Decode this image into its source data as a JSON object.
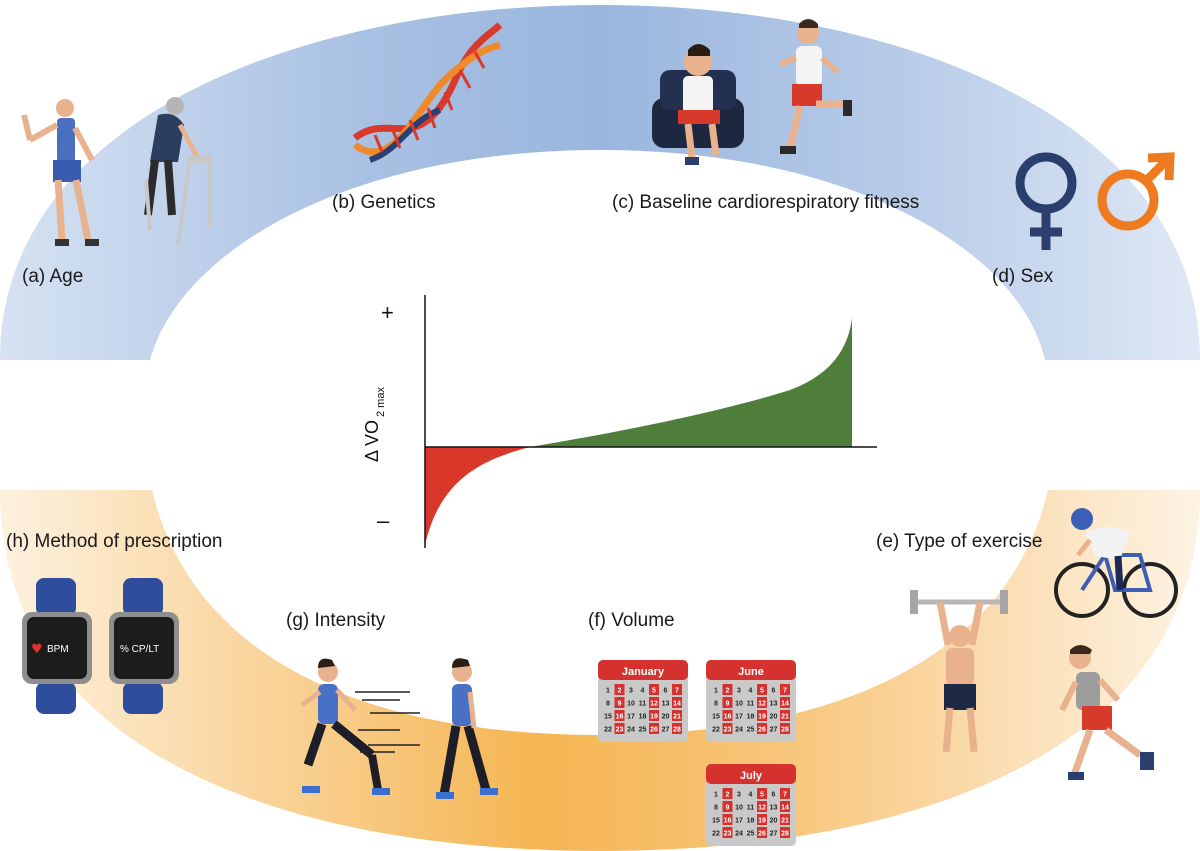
{
  "labels": {
    "age": "(a) Age",
    "genetics": "(b) Genetics",
    "baseline": "(c) Baseline cardiorespiratory fitness",
    "sex": "(d) Sex",
    "type": "(e) Type of exercise",
    "volume": "(f) Volume",
    "intensity": "(g) Intensity",
    "method": "(h) Method of prescription"
  },
  "chart": {
    "ylabel_main": "Δ VO",
    "ylabel_sub": "2 max",
    "plus": "+",
    "minus": "–"
  },
  "watches": {
    "left_text": "BPM",
    "right_text": "% CP/LT"
  },
  "calendars": {
    "jan": "January",
    "jun": "June",
    "jul": "July"
  },
  "colors": {
    "top_band": "#9db8de",
    "bottom_band": "#f3b862",
    "positive": "#4f7d3a",
    "negative": "#d9372a",
    "female_symbol": "#2b3f6e",
    "male_symbol": "#ee7b20",
    "calendar_red": "#d5312e"
  },
  "icons": [
    "older-adult-with-walker-icon",
    "young-athlete-icon",
    "dna-icon",
    "seated-person-icon",
    "runner-icon",
    "female-symbol-icon",
    "male-symbol-icon",
    "cyclist-icon",
    "weightlifter-icon",
    "runner-icon",
    "calendar-icon",
    "sprinting-woman-icon",
    "walking-woman-icon",
    "smartwatch-icon"
  ]
}
